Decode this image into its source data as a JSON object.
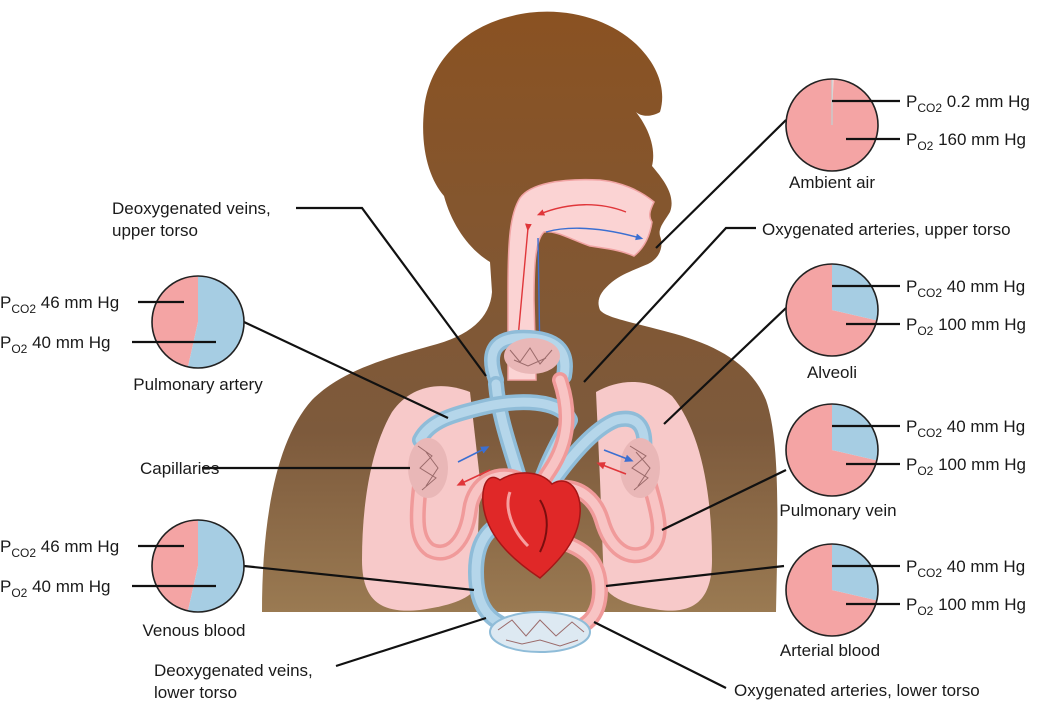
{
  "colors": {
    "background": "#ffffff",
    "body": "#86592f",
    "lung": "#f7c9c9",
    "airway": "#fbd3d3",
    "deoxygenated": "#a6cde3",
    "oxygenated": "#f4a4a4",
    "heart": "#e02828",
    "pie_co2": "#a6cde3",
    "pie_o2": "#f4a4a4",
    "leader": "#111111"
  },
  "labels": {
    "deox_upper": [
      "Deoxygenated veins,",
      "upper torso"
    ],
    "ox_upper": "Oxygenated arteries, upper torso",
    "capillaries": "Capillaries",
    "deox_lower": [
      "Deoxygenated veins,",
      "lower torso"
    ],
    "ox_lower": "Oxygenated arteries, lower torso"
  },
  "pies": [
    {
      "id": "ambient",
      "name": "Ambient air",
      "pco2": {
        "symbol": "P",
        "sub": "CO2",
        "value": "0.2 mm Hg"
      },
      "po2": {
        "symbol": "P",
        "sub": "O2",
        "value": "160 mm Hg"
      },
      "co2_fraction": 0.005,
      "side": "right"
    },
    {
      "id": "alveoli",
      "name": "Alveoli",
      "pco2": {
        "symbol": "P",
        "sub": "CO2",
        "value": "40 mm Hg"
      },
      "po2": {
        "symbol": "P",
        "sub": "O2",
        "value": "100 mm Hg"
      },
      "co2_fraction": 0.286,
      "side": "right"
    },
    {
      "id": "pulm_vein",
      "name": "Pulmonary vein",
      "pco2": {
        "symbol": "P",
        "sub": "CO2",
        "value": "40 mm Hg"
      },
      "po2": {
        "symbol": "P",
        "sub": "O2",
        "value": "100 mm Hg"
      },
      "co2_fraction": 0.286,
      "side": "right"
    },
    {
      "id": "arterial",
      "name": "Arterial blood",
      "pco2": {
        "symbol": "P",
        "sub": "CO2",
        "value": "40 mm Hg"
      },
      "po2": {
        "symbol": "P",
        "sub": "O2",
        "value": "100 mm Hg"
      },
      "co2_fraction": 0.286,
      "side": "right"
    },
    {
      "id": "pulm_artery",
      "name": "Pulmonary artery",
      "pco2": {
        "symbol": "P",
        "sub": "CO2",
        "value": "46 mm Hg"
      },
      "po2": {
        "symbol": "P",
        "sub": "O2",
        "value": "40 mm Hg"
      },
      "co2_fraction": 0.535,
      "side": "left"
    },
    {
      "id": "venous",
      "name": "Venous blood",
      "pco2": {
        "symbol": "P",
        "sub": "CO2",
        "value": "46 mm Hg"
      },
      "po2": {
        "symbol": "P",
        "sub": "O2",
        "value": "40 mm Hg"
      },
      "co2_fraction": 0.535,
      "side": "left"
    }
  ]
}
